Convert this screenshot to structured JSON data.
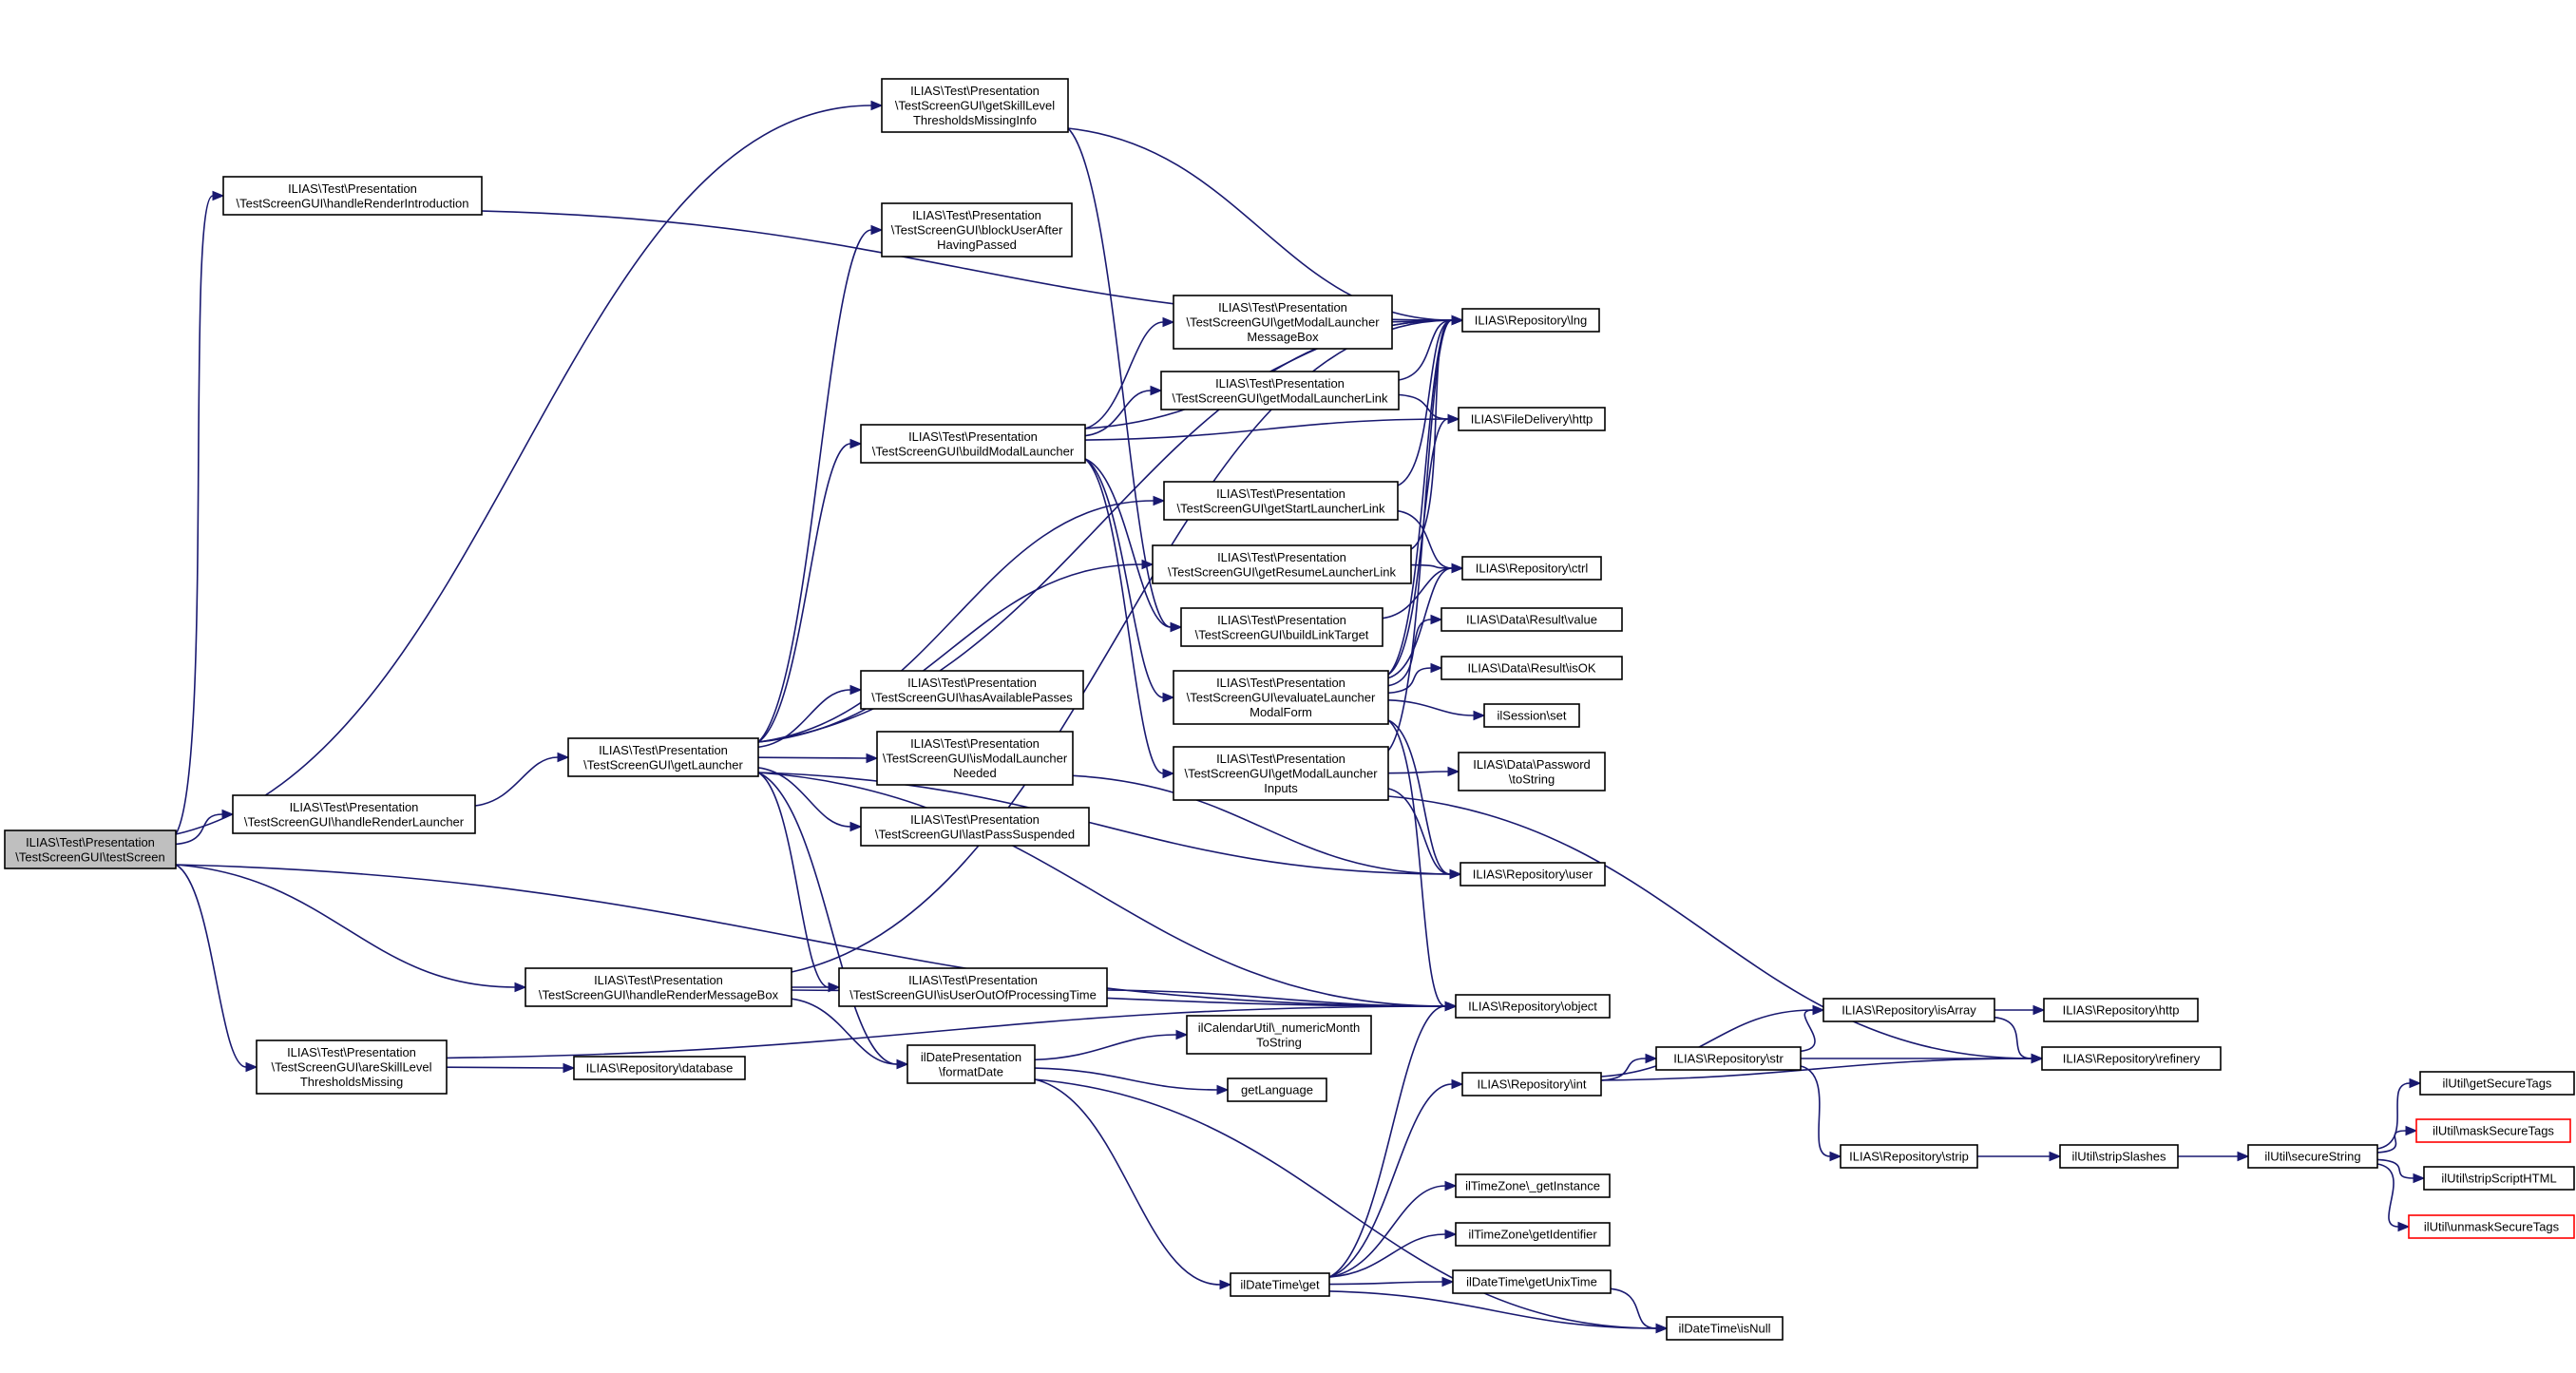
{
  "diagram": {
    "edge_color": "#191970",
    "root_fill": "#bfbfbf",
    "truncated_border_color": "#ff0000",
    "nodes": [
      {
        "id": "testScreen",
        "lines": [
          "ILIAS\\Test\\Presentation",
          "\\TestScreenGUI\\testScreen"
        ],
        "root": true
      },
      {
        "id": "handleRenderIntroduction",
        "lines": [
          "ILIAS\\Test\\Presentation",
          "\\TestScreenGUI\\handleRenderIntroduction"
        ]
      },
      {
        "id": "handleRenderLauncher",
        "lines": [
          "ILIAS\\Test\\Presentation",
          "\\TestScreenGUI\\handleRenderLauncher"
        ]
      },
      {
        "id": "handleRenderMessageBox",
        "lines": [
          "ILIAS\\Test\\Presentation",
          "\\TestScreenGUI\\handleRenderMessageBox"
        ]
      },
      {
        "id": "areSkillLevel",
        "lines": [
          "ILIAS\\Test\\Presentation",
          "\\TestScreenGUI\\areSkillLevel",
          "ThresholdsMissing"
        ]
      },
      {
        "id": "getLauncher",
        "lines": [
          "ILIAS\\Test\\Presentation",
          "\\TestScreenGUI\\getLauncher"
        ]
      },
      {
        "id": "repoDatabase",
        "lines": [
          "ILIAS\\Repository\\database"
        ]
      },
      {
        "id": "getSkillLevel",
        "lines": [
          "ILIAS\\Test\\Presentation",
          "\\TestScreenGUI\\getSkillLevel",
          "ThresholdsMissingInfo"
        ]
      },
      {
        "id": "blockUser",
        "lines": [
          "ILIAS\\Test\\Presentation",
          "\\TestScreenGUI\\blockUserAfter",
          "HavingPassed"
        ]
      },
      {
        "id": "buildModalLauncher",
        "lines": [
          "ILIAS\\Test\\Presentation",
          "\\TestScreenGUI\\buildModalLauncher"
        ]
      },
      {
        "id": "hasAvailablePasses",
        "lines": [
          "ILIAS\\Test\\Presentation",
          "\\TestScreenGUI\\hasAvailablePasses"
        ]
      },
      {
        "id": "isModalLauncherNeeded",
        "lines": [
          "ILIAS\\Test\\Presentation",
          "\\TestScreenGUI\\isModalLauncher",
          "Needed"
        ]
      },
      {
        "id": "lastPassSuspended",
        "lines": [
          "ILIAS\\Test\\Presentation",
          "\\TestScreenGUI\\lastPassSuspended"
        ]
      },
      {
        "id": "isUserOut",
        "lines": [
          "ILIAS\\Test\\Presentation",
          "\\TestScreenGUI\\isUserOutOfProcessingTime"
        ]
      },
      {
        "id": "formatDate",
        "lines": [
          "ilDatePresentation",
          "\\formatDate"
        ]
      },
      {
        "id": "getModalMsgBox",
        "lines": [
          "ILIAS\\Test\\Presentation",
          "\\TestScreenGUI\\getModalLauncher",
          "MessageBox"
        ]
      },
      {
        "id": "getModalLink",
        "lines": [
          "ILIAS\\Test\\Presentation",
          "\\TestScreenGUI\\getModalLauncherLink"
        ]
      },
      {
        "id": "getStartLink",
        "lines": [
          "ILIAS\\Test\\Presentation",
          "\\TestScreenGUI\\getStartLauncherLink"
        ]
      },
      {
        "id": "getResumeLink",
        "lines": [
          "ILIAS\\Test\\Presentation",
          "\\TestScreenGUI\\getResumeLauncherLink"
        ]
      },
      {
        "id": "buildLinkTarget",
        "lines": [
          "ILIAS\\Test\\Presentation",
          "\\TestScreenGUI\\buildLinkTarget"
        ]
      },
      {
        "id": "evaluateModal",
        "lines": [
          "ILIAS\\Test\\Presentation",
          "\\TestScreenGUI\\evaluateLauncher",
          "ModalForm"
        ]
      },
      {
        "id": "getModalInputs",
        "lines": [
          "ILIAS\\Test\\Presentation",
          "\\TestScreenGUI\\getModalLauncher",
          "Inputs"
        ]
      },
      {
        "id": "numericMonth",
        "lines": [
          "ilCalendarUtil\\_numericMonth",
          "ToString"
        ]
      },
      {
        "id": "getLanguage",
        "lines": [
          "getLanguage"
        ]
      },
      {
        "id": "dtGet",
        "lines": [
          "ilDateTime\\get"
        ]
      },
      {
        "id": "repoLng",
        "lines": [
          "ILIAS\\Repository\\lng"
        ]
      },
      {
        "id": "fdHttp",
        "lines": [
          "ILIAS\\FileDelivery\\http"
        ]
      },
      {
        "id": "repoCtrl",
        "lines": [
          "ILIAS\\Repository\\ctrl"
        ]
      },
      {
        "id": "resValue",
        "lines": [
          "ILIAS\\Data\\Result\\value"
        ]
      },
      {
        "id": "resIsOK",
        "lines": [
          "ILIAS\\Data\\Result\\isOK"
        ]
      },
      {
        "id": "sessSet",
        "lines": [
          "ilSession\\set"
        ]
      },
      {
        "id": "pwToString",
        "lines": [
          "ILIAS\\Data\\Password",
          "\\toString"
        ]
      },
      {
        "id": "repoUser",
        "lines": [
          "ILIAS\\Repository\\user"
        ]
      },
      {
        "id": "repoObject",
        "lines": [
          "ILIAS\\Repository\\object"
        ]
      },
      {
        "id": "repoInt",
        "lines": [
          "ILIAS\\Repository\\int"
        ]
      },
      {
        "id": "tzInstance",
        "lines": [
          "ilTimeZone\\_getInstance"
        ]
      },
      {
        "id": "tzIdentifier",
        "lines": [
          "ilTimeZone\\getIdentifier"
        ]
      },
      {
        "id": "getUnixTime",
        "lines": [
          "ilDateTime\\getUnixTime"
        ]
      },
      {
        "id": "isNull",
        "lines": [
          "ilDateTime\\isNull"
        ]
      },
      {
        "id": "repoIsArray",
        "lines": [
          "ILIAS\\Repository\\isArray"
        ]
      },
      {
        "id": "repoStr",
        "lines": [
          "ILIAS\\Repository\\str"
        ]
      },
      {
        "id": "repoStrip",
        "lines": [
          "ILIAS\\Repository\\strip"
        ]
      },
      {
        "id": "repoHttp",
        "lines": [
          "ILIAS\\Repository\\http"
        ]
      },
      {
        "id": "repoRefinery",
        "lines": [
          "ILIAS\\Repository\\refinery"
        ]
      },
      {
        "id": "stripSlashes",
        "lines": [
          "ilUtil\\stripSlashes"
        ]
      },
      {
        "id": "secureString",
        "lines": [
          "ilUtil\\secureString"
        ]
      },
      {
        "id": "getSecureTags",
        "lines": [
          "ilUtil\\getSecureTags"
        ]
      },
      {
        "id": "maskSecureTags",
        "lines": [
          "ilUtil\\maskSecureTags"
        ],
        "truncated": true
      },
      {
        "id": "stripScriptHTML",
        "lines": [
          "ilUtil\\stripScriptHTML"
        ]
      },
      {
        "id": "unmaskSecureTags",
        "lines": [
          "ilUtil\\unmaskSecureTags"
        ],
        "truncated": true
      }
    ],
    "edges": [
      [
        "testScreen",
        "handleRenderIntroduction"
      ],
      [
        "testScreen",
        "getSkillLevel"
      ],
      [
        "testScreen",
        "handleRenderLauncher"
      ],
      [
        "testScreen",
        "handleRenderMessageBox"
      ],
      [
        "testScreen",
        "areSkillLevel"
      ],
      [
        "testScreen",
        "repoObject"
      ],
      [
        "handleRenderIntroduction",
        "repoLng"
      ],
      [
        "handleRenderLauncher",
        "getLauncher"
      ],
      [
        "handleRenderMessageBox",
        "repoLng"
      ],
      [
        "handleRenderMessageBox",
        "isUserOut"
      ],
      [
        "handleRenderMessageBox",
        "formatDate"
      ],
      [
        "handleRenderMessageBox",
        "repoObject"
      ],
      [
        "areSkillLevel",
        "repoDatabase"
      ],
      [
        "areSkillLevel",
        "repoObject"
      ],
      [
        "getLauncher",
        "blockUser"
      ],
      [
        "getLauncher",
        "buildModalLauncher"
      ],
      [
        "getLauncher",
        "getStartLink"
      ],
      [
        "getLauncher",
        "getResumeLink"
      ],
      [
        "getLauncher",
        "hasAvailablePasses"
      ],
      [
        "getLauncher",
        "isModalLauncherNeeded"
      ],
      [
        "getLauncher",
        "lastPassSuspended"
      ],
      [
        "getLauncher",
        "isUserOut"
      ],
      [
        "getLauncher",
        "formatDate"
      ],
      [
        "getLauncher",
        "repoLng"
      ],
      [
        "getLauncher",
        "repoUser"
      ],
      [
        "getLauncher",
        "repoObject"
      ],
      [
        "getSkillLevel",
        "repoLng"
      ],
      [
        "getSkillLevel",
        "buildLinkTarget"
      ],
      [
        "buildModalLauncher",
        "getModalMsgBox"
      ],
      [
        "buildModalLauncher",
        "getModalLink"
      ],
      [
        "buildModalLauncher",
        "fdHttp"
      ],
      [
        "buildModalLauncher",
        "repoLng"
      ],
      [
        "buildModalLauncher",
        "buildLinkTarget"
      ],
      [
        "buildModalLauncher",
        "evaluateModal"
      ],
      [
        "buildModalLauncher",
        "getModalInputs"
      ],
      [
        "getModalMsgBox",
        "repoLng"
      ],
      [
        "getModalLink",
        "repoLng"
      ],
      [
        "getModalLink",
        "fdHttp"
      ],
      [
        "getStartLink",
        "repoLng"
      ],
      [
        "getStartLink",
        "repoCtrl"
      ],
      [
        "getResumeLink",
        "repoLng"
      ],
      [
        "getResumeLink",
        "repoCtrl"
      ],
      [
        "buildLinkTarget",
        "repoCtrl"
      ],
      [
        "evaluateModal",
        "repoLng"
      ],
      [
        "evaluateModal",
        "fdHttp"
      ],
      [
        "evaluateModal",
        "repoCtrl"
      ],
      [
        "evaluateModal",
        "resValue"
      ],
      [
        "evaluateModal",
        "resIsOK"
      ],
      [
        "evaluateModal",
        "sessSet"
      ],
      [
        "evaluateModal",
        "repoUser"
      ],
      [
        "evaluateModal",
        "repoObject"
      ],
      [
        "getModalInputs",
        "repoLng"
      ],
      [
        "getModalInputs",
        "pwToString"
      ],
      [
        "getModalInputs",
        "repoUser"
      ],
      [
        "getModalInputs",
        "repoRefinery"
      ],
      [
        "isModalLauncherNeeded",
        "repoUser"
      ],
      [
        "isUserOut",
        "repoObject"
      ],
      [
        "formatDate",
        "numericMonth"
      ],
      [
        "formatDate",
        "getLanguage"
      ],
      [
        "formatDate",
        "dtGet"
      ],
      [
        "formatDate",
        "isNull"
      ],
      [
        "dtGet",
        "repoInt"
      ],
      [
        "dtGet",
        "repoObject"
      ],
      [
        "dtGet",
        "tzInstance"
      ],
      [
        "dtGet",
        "tzIdentifier"
      ],
      [
        "dtGet",
        "getUnixTime"
      ],
      [
        "dtGet",
        "isNull"
      ],
      [
        "getUnixTime",
        "isNull"
      ],
      [
        "repoInt",
        "repoIsArray"
      ],
      [
        "repoInt",
        "repoStr"
      ],
      [
        "repoInt",
        "repoRefinery"
      ],
      [
        "repoStr",
        "repoIsArray"
      ],
      [
        "repoStr",
        "repoRefinery"
      ],
      [
        "repoStr",
        "repoStrip"
      ],
      [
        "repoIsArray",
        "repoHttp"
      ],
      [
        "repoIsArray",
        "repoRefinery"
      ],
      [
        "repoStrip",
        "stripSlashes"
      ],
      [
        "stripSlashes",
        "secureString"
      ],
      [
        "secureString",
        "getSecureTags"
      ],
      [
        "secureString",
        "maskSecureTags"
      ],
      [
        "secureString",
        "stripScriptHTML"
      ],
      [
        "secureString",
        "unmaskSecureTags"
      ]
    ]
  }
}
